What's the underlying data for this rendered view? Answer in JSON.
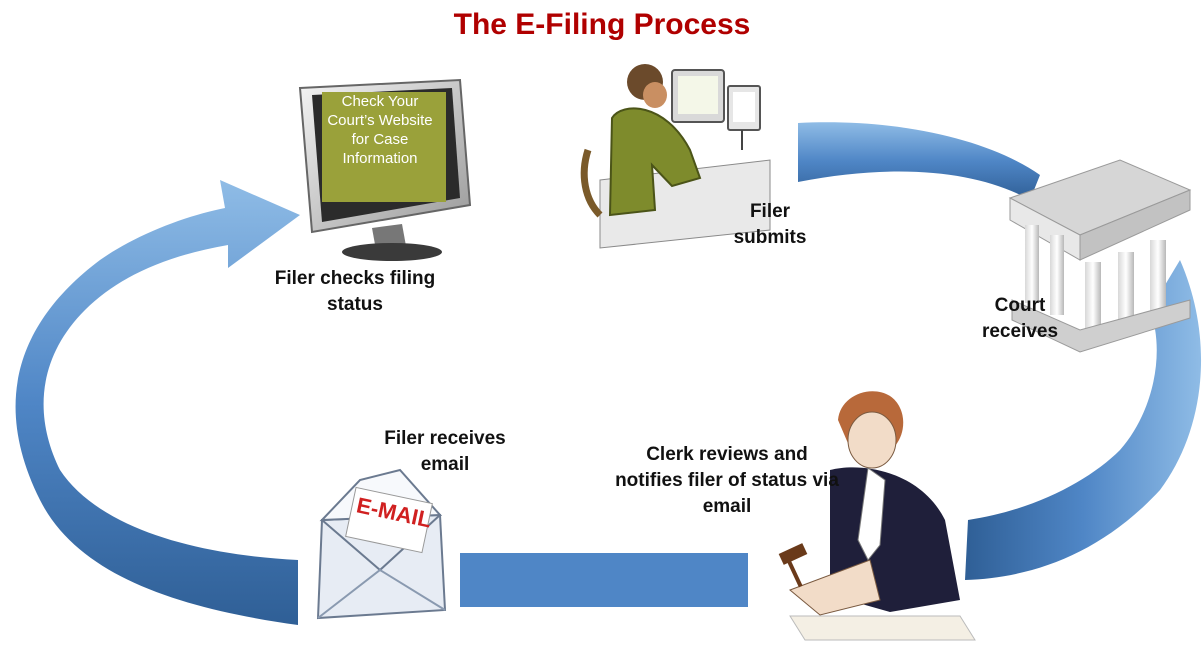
{
  "title": "The E-Filing Process",
  "colors": {
    "title": "#b00000",
    "arrow_main": "#4f86c6",
    "arrow_dark": "#2f5f96",
    "arrow_light": "#8fbce6",
    "screen": "#9aa13a"
  },
  "monitor": {
    "screen_text": "Check Your Court’s Website for Case Information"
  },
  "steps": {
    "submit": "Filer submits",
    "court": "Court receives",
    "clerk": "Clerk reviews and notifies filer of status via email",
    "email": "Filer receives email",
    "check": "Filer checks filing status"
  },
  "envelope": {
    "stamp_text": "E-MAIL"
  },
  "icons": [
    "desktop-monitor-icon",
    "person-at-computer-icon",
    "courthouse-icon",
    "clerk-icon",
    "email-envelope-icon"
  ]
}
